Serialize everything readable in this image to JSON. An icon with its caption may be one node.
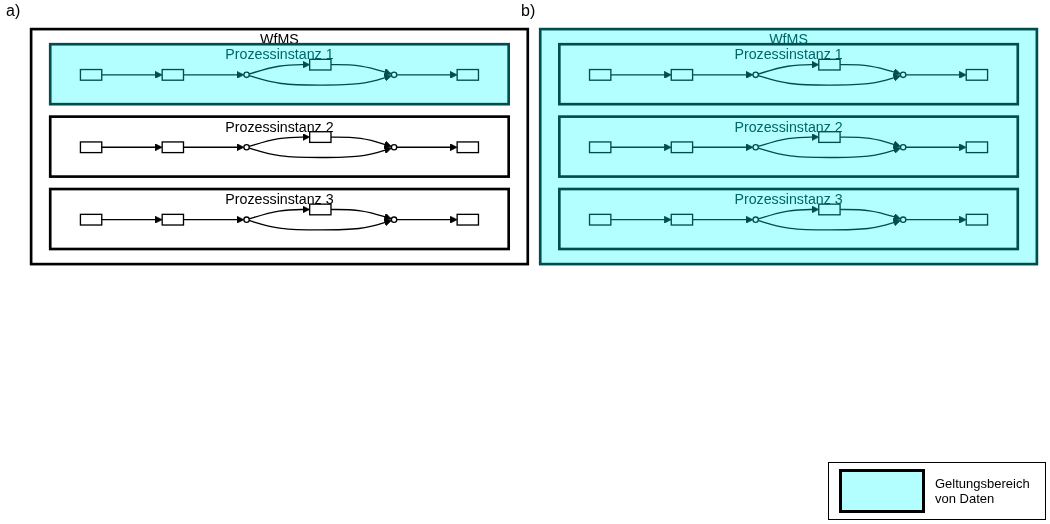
{
  "diagram": {
    "nodes": [
      {
        "text": [
          "WfMS"
        ]
      },
      {
        "text": [
          "Prozessinstanz 1"
        ],
        "in": 0
      },
      {
        "text": [],
        "shape": "box",
        "in": 1
      },
      {
        "text": [],
        "shape": "box",
        "in": 1
      },
      {
        "text": [],
        "shape": "circle",
        "in": 1
      },
      {
        "text": [],
        "shape": "box",
        "in": 1
      },
      {
        "text": [],
        "shape": "circle",
        "in": 1
      },
      {
        "text": [],
        "shape": "box",
        "in": 1
      },
      {
        "text": [
          "Prozessinstanz 2"
        ],
        "in": 0
      },
      {
        "text": [],
        "shape": "box",
        "in": 8
      },
      {
        "text": [],
        "shape": "box",
        "in": 8
      },
      {
        "text": [],
        "shape": "circle",
        "in": 8
      },
      {
        "text": [],
        "shape": "box",
        "in": 8
      },
      {
        "text": [],
        "shape": "circle",
        "in": 8
      },
      {
        "text": [],
        "shape": "box",
        "in": 8
      },
      {
        "text": [
          "Prozessinstanz 3"
        ],
        "in": 0
      },
      {
        "text": [],
        "shape": "box",
        "in": 15
      },
      {
        "text": [],
        "shape": "box",
        "in": 15
      },
      {
        "text": [],
        "shape": "circle",
        "in": 15
      },
      {
        "text": [],
        "shape": "box",
        "in": 15
      },
      {
        "text": [],
        "shape": "circle",
        "in": 15
      },
      {
        "text": [],
        "shape": "box",
        "in": 15
      },
      {
        "text": [
          "WfMS"
        ]
      },
      {
        "text": [
          "Prozessinstanz 1"
        ],
        "in": 22
      },
      {
        "text": [],
        "shape": "box",
        "in": 23
      },
      {
        "text": [],
        "shape": "box",
        "in": 23
      },
      {
        "text": [],
        "shape": "circle",
        "in": 23
      },
      {
        "text": [],
        "shape": "box",
        "in": 23
      },
      {
        "text": [],
        "shape": "circle",
        "in": 23
      },
      {
        "text": [],
        "shape": "box",
        "in": 23
      },
      {
        "text": [
          "Prozessinstanz 2"
        ],
        "in": 22
      },
      {
        "text": [],
        "shape": "box",
        "in": 30
      },
      {
        "text": [],
        "shape": "box",
        "in": 30
      },
      {
        "text": [],
        "shape": "circle",
        "in": 30
      },
      {
        "text": [],
        "shape": "box",
        "in": 30
      },
      {
        "text": [],
        "shape": "circle",
        "in": 30
      },
      {
        "text": [],
        "shape": "box",
        "in": 30
      },
      {
        "text": [
          "Prozessinstanz 3"
        ],
        "in": 22
      },
      {
        "text": [],
        "shape": "box",
        "in": 37
      },
      {
        "text": [],
        "shape": "box",
        "in": 37
      },
      {
        "text": [],
        "shape": "circle",
        "in": 37
      },
      {
        "text": [],
        "shape": "box",
        "in": 37
      },
      {
        "text": [],
        "shape": "circle",
        "in": 37
      },
      {
        "text": [],
        "shape": "box",
        "in": 37
      }
    ],
    "edges": [
      {
        "from": 2,
        "to": 3,
        "arrow": "to"
      },
      {
        "from": 3,
        "to": 4,
        "arrow": "to"
      },
      {
        "from": 4,
        "to": 5,
        "arrow": "to"
      },
      {
        "from": 5,
        "to": 6,
        "arrow": "to"
      },
      {
        "from": 6,
        "to": 7,
        "arrow": "to"
      },
      {
        "from": 4,
        "to": 6,
        "arrow": "to"
      },
      {
        "from": 9,
        "to": 10,
        "arrow": "to",
        "color": "#000000"
      },
      {
        "from": 10,
        "to": 11,
        "arrow": "to",
        "color": "#000000"
      },
      {
        "from": 11,
        "to": 12,
        "arrow": "to",
        "color": "#000000"
      },
      {
        "from": 12,
        "to": 13,
        "arrow": "to",
        "color": "#000000"
      },
      {
        "from": 13,
        "to": 14,
        "arrow": "to",
        "color": "#000000"
      },
      {
        "from": 11,
        "to": 13,
        "arrow": "to",
        "color": "#000000"
      },
      {
        "from": 16,
        "to": 17,
        "arrow": "to",
        "color": "#000000"
      },
      {
        "from": 17,
        "to": 18,
        "arrow": "to",
        "color": "#000000"
      },
      {
        "from": 18,
        "to": 19,
        "arrow": "to",
        "color": "#000000"
      },
      {
        "from": 19,
        "to": 20,
        "arrow": "to",
        "color": "#000000"
      },
      {
        "from": 20,
        "to": 21,
        "arrow": "to",
        "color": "#000000"
      },
      {
        "from": 18,
        "to": 20,
        "arrow": "to",
        "color": "#000000"
      },
      {
        "from": 24,
        "to": 25,
        "arrow": "to"
      },
      {
        "from": 25,
        "to": 26,
        "arrow": "to"
      },
      {
        "from": 26,
        "to": 27,
        "arrow": "to"
      },
      {
        "from": 27,
        "to": 28,
        "arrow": "to"
      },
      {
        "from": 28,
        "to": 29,
        "arrow": "to"
      },
      {
        "from": 26,
        "to": 28,
        "arrow": "to"
      },
      {
        "from": 31,
        "to": 32,
        "arrow": "to"
      },
      {
        "from": 32,
        "to": 33,
        "arrow": "to"
      },
      {
        "from": 33,
        "to": 34,
        "arrow": "to"
      },
      {
        "from": 34,
        "to": 35,
        "arrow": "to"
      },
      {
        "from": 35,
        "to": 36,
        "arrow": "to"
      },
      {
        "from": 33,
        "to": 35,
        "arrow": "to"
      },
      {
        "from": 38,
        "to": 39,
        "arrow": "to"
      },
      {
        "from": 39,
        "to": 40,
        "arrow": "to"
      },
      {
        "from": 40,
        "to": 41,
        "arrow": "to"
      },
      {
        "from": 41,
        "to": 42,
        "arrow": "to"
      },
      {
        "from": 42,
        "to": 43,
        "arrow": "to"
      },
      {
        "from": 40,
        "to": 42,
        "arrow": "to"
      }
    ],
    "labels": [
      "a)",
      "b)"
    ],
    "legend": [
      {
        "text": "Geltungsbereich von Daten",
        "color": "#b3ffff"
      }
    ]
  }
}
